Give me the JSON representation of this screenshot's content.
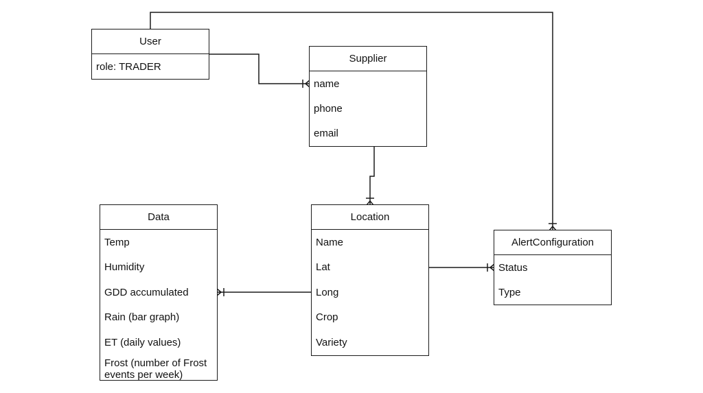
{
  "entities": {
    "user": {
      "title": "User",
      "attributes": [
        "role: TRADER"
      ]
    },
    "supplier": {
      "title": "Supplier",
      "attributes": [
        "name",
        "phone",
        "email"
      ]
    },
    "data": {
      "title": "Data",
      "attributes": [
        "Temp",
        "Humidity",
        "GDD accumulated",
        "Rain (bar graph)",
        "ET (daily values)",
        "Frost (number of Frost events per week)"
      ]
    },
    "location": {
      "title": "Location",
      "attributes": [
        "Name",
        "Lat",
        "Long",
        "Crop",
        "Variety"
      ]
    },
    "alert": {
      "title": "AlertConfiguration",
      "attributes": [
        "Status",
        "Type"
      ]
    }
  },
  "relationships": [
    {
      "from": "User",
      "to": "Supplier",
      "to_cardinality": "one-or-many"
    },
    {
      "from": "User",
      "to": "AlertConfiguration",
      "to_cardinality": "one-or-many"
    },
    {
      "from": "Supplier",
      "to": "Location",
      "to_cardinality": "one-or-many"
    },
    {
      "from": "Location",
      "to": "Data",
      "to_cardinality": "one-or-many"
    },
    {
      "from": "Location",
      "to": "AlertConfiguration",
      "to_cardinality": "one-or-many"
    }
  ],
  "colors": {
    "line": "#1a1a1a",
    "background": "#ffffff"
  }
}
